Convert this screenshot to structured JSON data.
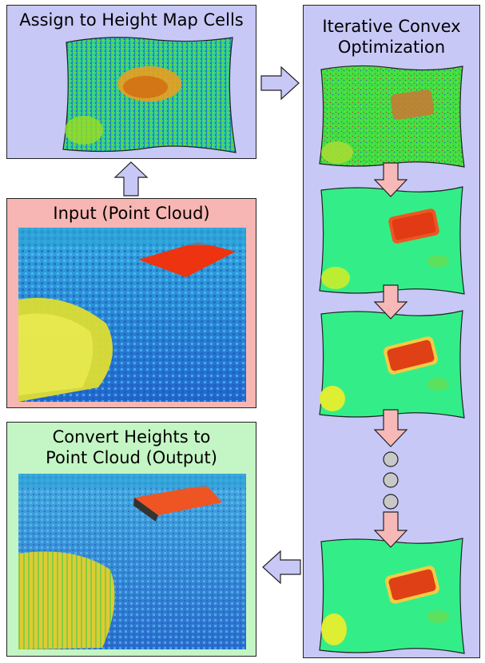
{
  "assign": {
    "title": "Assign to Height Map Cells"
  },
  "optim": {
    "title_line1": "Iterative Convex",
    "title_line2": "Optimization"
  },
  "input": {
    "title": "Input (Point Cloud)"
  },
  "output": {
    "title_line1": "Convert Heights to",
    "title_line2": "Point Cloud (Output)"
  },
  "colors": {
    "lavender": "#c8c8f7",
    "pink_panel": "#f7b6b3",
    "green_panel": "#c4f5c4",
    "arrow_blue": "#c8c8f7",
    "arrow_pink": "#f7b8b8",
    "dot_gray": "#c8c8c8"
  },
  "icons": [
    "arrow-right-icon",
    "arrow-up-icon",
    "arrow-left-icon",
    "arrow-down-icon",
    "ellipsis-dot-icon"
  ]
}
